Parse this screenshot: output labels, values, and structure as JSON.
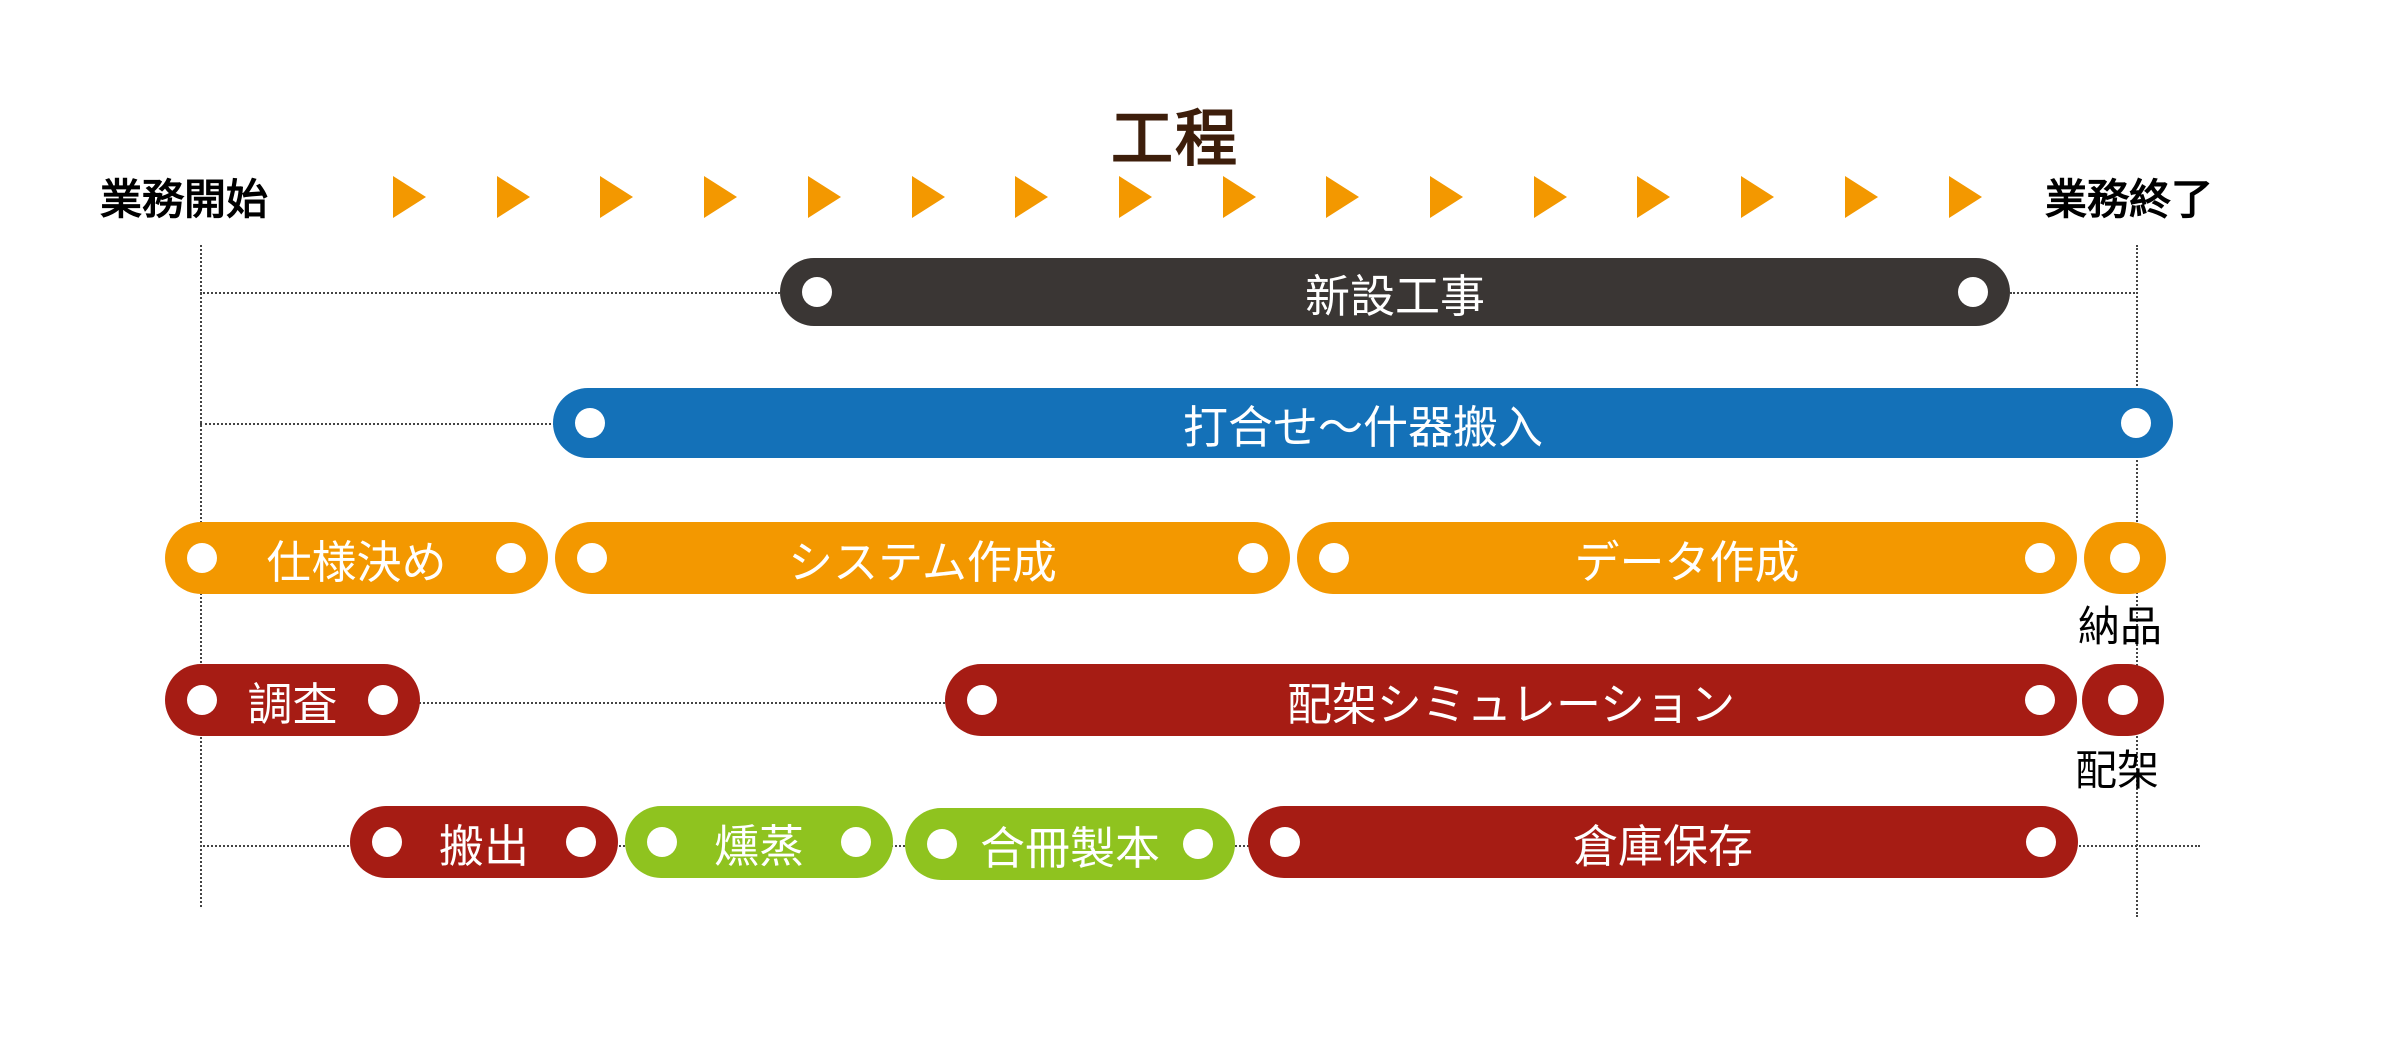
{
  "title": "工程",
  "start_label": "業務開始",
  "end_label": "業務終了",
  "colors": {
    "arrow": "#f39800",
    "dark": "#3a3634",
    "blue": "#1471b8",
    "orange": "#f39800",
    "red": "#a61c14",
    "green": "#8fc31f"
  },
  "rows": [
    {
      "tasks": [
        {
          "label": "新設工事",
          "color": "dark"
        }
      ]
    },
    {
      "tasks": [
        {
          "label": "打合せ～什器搬入",
          "color": "blue"
        }
      ]
    },
    {
      "tasks": [
        {
          "label": "仕様決め",
          "color": "orange"
        },
        {
          "label": "システム作成",
          "color": "orange"
        },
        {
          "label": "データ作成",
          "color": "orange"
        }
      ],
      "milestone": {
        "label": "納品",
        "color": "orange"
      }
    },
    {
      "tasks": [
        {
          "label": "調査",
          "color": "red"
        },
        {
          "label": "配架シミュレーション",
          "color": "red"
        }
      ],
      "milestone": {
        "label": "配架",
        "color": "red"
      }
    },
    {
      "tasks": [
        {
          "label": "搬出",
          "color": "red"
        },
        {
          "label": "燻蒸",
          "color": "green"
        },
        {
          "label": "合冊製本",
          "color": "green"
        },
        {
          "label": "倉庫保存",
          "color": "red"
        }
      ]
    }
  ]
}
